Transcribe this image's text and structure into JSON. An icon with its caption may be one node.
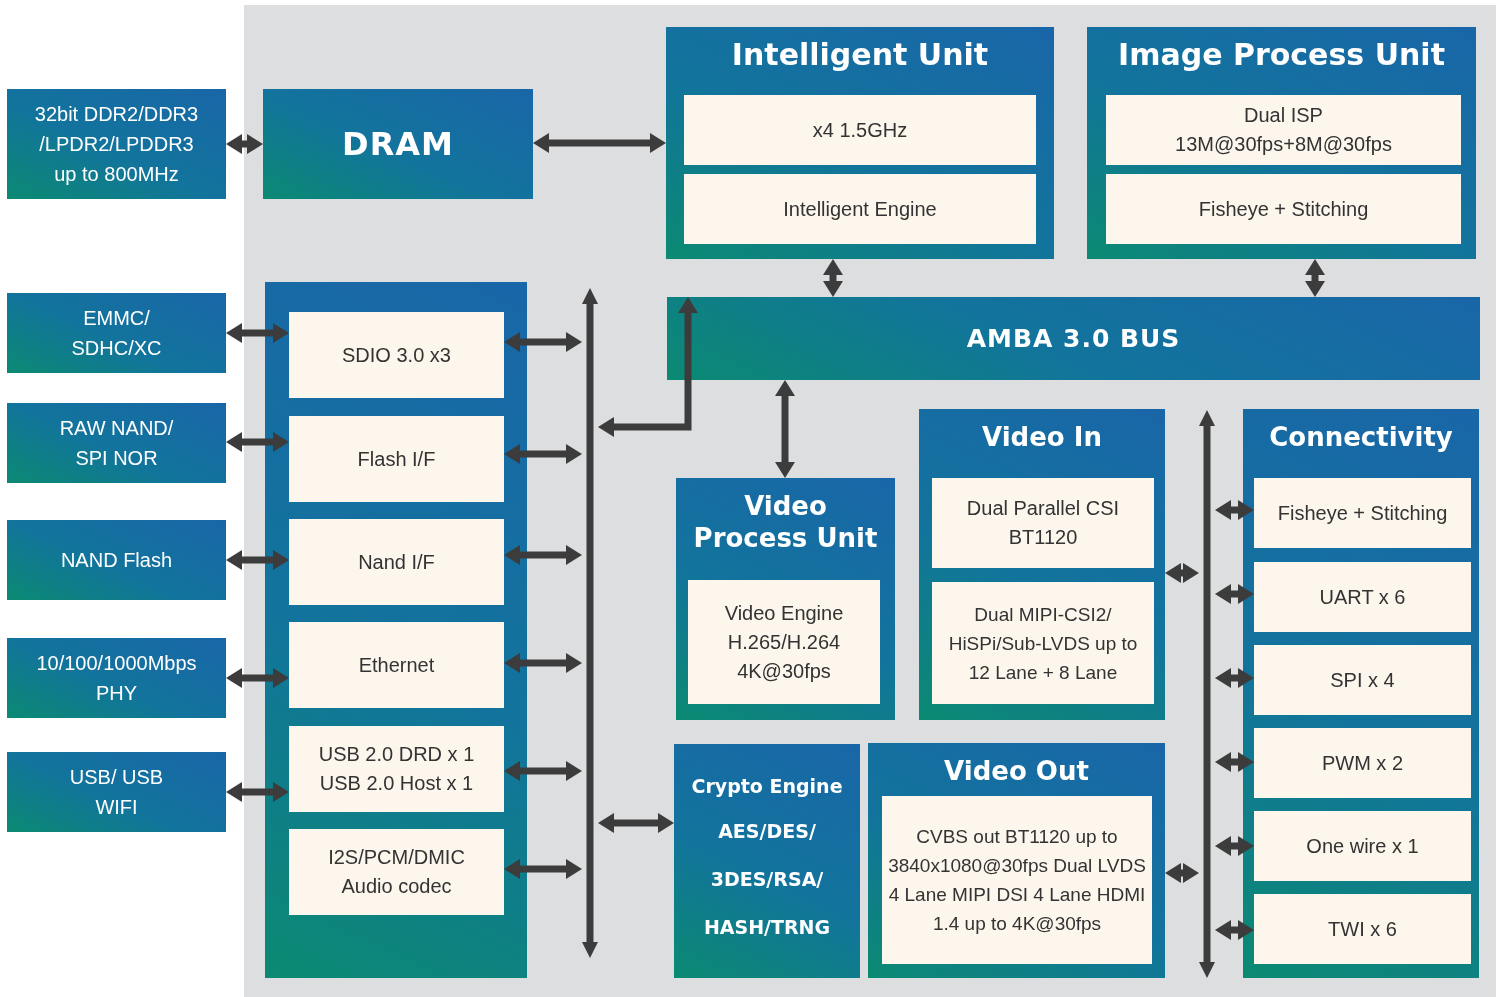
{
  "diagram": {
    "nodes": [
      {
        "text": [
          "32bit DDR2/DDR3 /LPDR2/LPDDR3 up to 800MHz"
        ]
      },
      {
        "text": [
          "DRAM"
        ]
      },
      {
        "text": [
          "Intelligent Unit"
        ]
      },
      {
        "text": [
          "x4 1.5GHz"
        ],
        "in": 2
      },
      {
        "text": [
          "Intelligent Engine"
        ],
        "in": 2
      },
      {
        "text": [
          "Image Process Unit"
        ]
      },
      {
        "text": [
          "Dual ISP 13M@30fps+8M@30fps"
        ],
        "in": 5
      },
      {
        "text": [
          "Fisheye + Stitching"
        ],
        "in": 5
      },
      {
        "text": [
          "AMBA 3.0 BUS"
        ]
      },
      {
        "text": [
          "EMMC/ SDHC/XC"
        ]
      },
      {
        "text": [
          "RAW NAND/ SPI NOR"
        ]
      },
      {
        "text": [
          "NAND Flash"
        ]
      },
      {
        "text": [
          "10/100/1000Mbps PHY"
        ]
      },
      {
        "text": [
          "USB/ USB WIFI"
        ]
      },
      {
        "text": [],
        "shape": "box"
      },
      {
        "text": [
          "SDIO 3.0 x3"
        ],
        "in": 14
      },
      {
        "text": [
          "Flash I/F"
        ],
        "in": 14
      },
      {
        "text": [
          "Nand I/F"
        ],
        "in": 14
      },
      {
        "text": [
          "Ethernet"
        ],
        "in": 14
      },
      {
        "text": [
          "USB 2.0 DRD x 1 USB 2.0 Host x 1"
        ],
        "in": 14
      },
      {
        "text": [
          "I2S/PCM/DMIC Audio codec"
        ],
        "in": 14
      },
      {
        "text": [
          "Video Process Unit"
        ]
      },
      {
        "text": [
          "Video Engine H.265/H.264 4K@30fps"
        ],
        "in": 21
      },
      {
        "text": [
          "Video In"
        ]
      },
      {
        "text": [
          "Dual Parallel CSI BT1120"
        ],
        "in": 23
      },
      {
        "text": [
          "Dual MIPI-CSI2/ HiSPi/Sub-LVDS up to 12 Lane + 8 Lane"
        ],
        "in": 23
      },
      {
        "text": [
          "Connectivity"
        ]
      },
      {
        "text": [
          "Fisheye + Stitching"
        ],
        "in": 26
      },
      {
        "text": [
          "UART x 6"
        ],
        "in": 26
      },
      {
        "text": [
          "SPI x 4"
        ],
        "in": 26
      },
      {
        "text": [
          "PWM x 2"
        ],
        "in": 26
      },
      {
        "text": [
          "One wire x 1"
        ],
        "in": 26
      },
      {
        "text": [
          "TWI x 6"
        ],
        "in": 26
      },
      {
        "text": [
          "Crypto Engine",
          "AES/DES/ 3DES/RSA/ HASH/TRNG"
        ]
      },
      {
        "text": [
          "Video Out"
        ]
      },
      {
        "text": [
          "CVBS out BT1120 up to 3840x1080@30fps Dual LVDS 4 Lane MIPI DSI 4 Lane HDMI 1.4 up to 4K@30fps"
        ],
        "in": 34
      },
      {
        "text": [],
        "shape": "bar"
      },
      {
        "text": [],
        "shape": "bar"
      }
    ],
    "edges": [
      {
        "from": 0,
        "to": 1,
        "arrow": "both"
      },
      {
        "from": 1,
        "to": 2,
        "arrow": "both"
      },
      {
        "from": 2,
        "to": 8,
        "arrow": "both"
      },
      {
        "from": 5,
        "to": 8,
        "arrow": "both"
      },
      {
        "from": 9,
        "to": 15,
        "arrow": "both"
      },
      {
        "from": 10,
        "to": 16,
        "arrow": "both"
      },
      {
        "from": 11,
        "to": 17,
        "arrow": "both"
      },
      {
        "from": 12,
        "to": 18,
        "arrow": "both"
      },
      {
        "from": 13,
        "to": 19,
        "arrow": "both"
      },
      {
        "from": 15,
        "to": 36,
        "arrow": "both"
      },
      {
        "from": 16,
        "to": 36,
        "arrow": "both"
      },
      {
        "from": 17,
        "to": 36,
        "arrow": "both"
      },
      {
        "from": 18,
        "to": 36,
        "arrow": "both"
      },
      {
        "from": 19,
        "to": 36,
        "arrow": "both"
      },
      {
        "from": 20,
        "to": 36,
        "arrow": "both"
      },
      {
        "from": 36,
        "to": 8,
        "arrow": "both"
      },
      {
        "from": 8,
        "to": 21,
        "arrow": "both"
      },
      {
        "from": 36,
        "to": 33,
        "arrow": "both"
      },
      {
        "from": 23,
        "to": 37,
        "arrow": "both"
      },
      {
        "from": 34,
        "to": 37,
        "arrow": "both"
      },
      {
        "from": 37,
        "to": 27,
        "arrow": "both"
      },
      {
        "from": 37,
        "to": 28,
        "arrow": "both"
      },
      {
        "from": 37,
        "to": 29,
        "arrow": "both"
      },
      {
        "from": 37,
        "to": 30,
        "arrow": "both"
      },
      {
        "from": 37,
        "to": 31,
        "arrow": "both"
      },
      {
        "from": 37,
        "to": 32,
        "arrow": "both"
      }
    ]
  }
}
